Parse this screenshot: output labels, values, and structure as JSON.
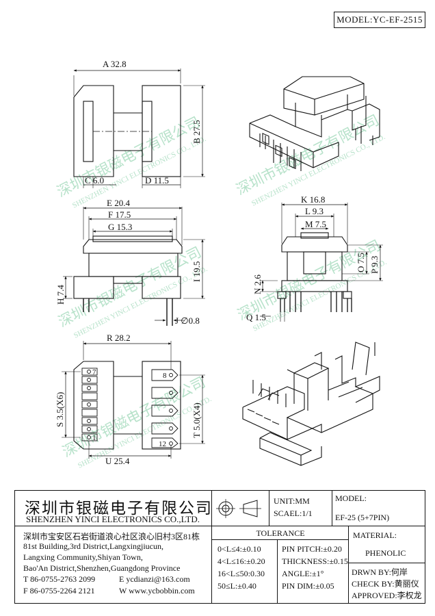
{
  "model_label": "MODEL:YC-EF-2515",
  "watermark": {
    "cn": "深圳市银磁电子有限公司",
    "en": "SHENZHEN YINCI ELECTRONICS CO., LTD."
  },
  "dimensions": {
    "A": "A 32.8",
    "B": "B 27.5",
    "C": "C 6.0",
    "D": "D 11.5",
    "E": "E 20.4",
    "F": "F 17.5",
    "G": "G 15.3",
    "H": "H 7.4",
    "I": "I 19.5",
    "J": "J ∅0.8",
    "K": "K 16.8",
    "L": "L 9.3",
    "M": "M 7.5",
    "N": "N 2.6",
    "O": "O 7.5",
    "P": "P 9.3",
    "Q": "Q 1.5",
    "R": "R 28.2",
    "S": "S 3.5(X6)",
    "T": "T 5.0(X4)",
    "U": "U 25.4"
  },
  "pin_labels": {
    "p7": "7",
    "p1": "1",
    "p8": "8",
    "p12": "12"
  },
  "title_block": {
    "company_cn": "深圳市银磁电子有限公司",
    "company_en": "SHENZHEN YINCI ELECTRONICS CO.,LTD.",
    "unit": "UNIT:MM",
    "scale": "SCAEL:1/1",
    "model_label": "MODEL:",
    "model_value": "EF-25 (5+7PIN)",
    "address_lines": [
      "深圳市宝安区石岩街道浪心社区浪心旧村3区81栋",
      "81st Building,3rd District,Langxingjiucun,",
      "Langxing Community,Shiyan Town,",
      "Bao'An District,Shenzhen,Guangdong Province"
    ],
    "tel": "T 86-0755-2763 2099",
    "email": "E ycdianzi@163.com",
    "fax": "F 86-0755-2264 2121",
    "web": "W www.ycbobbin.com",
    "tolerance_header": "TOLERANCE",
    "tolerances_left": [
      "0<L≤4:±0.10",
      "4<L≤16:±0.20",
      "16<L≤50:0.30",
      "50≤L:±0.40"
    ],
    "tolerances_right": [
      "PIN PITCH:±0.20",
      "THICKNESS:±0.15",
      "ANGLE:±1°",
      "PIN DIM:±0.05"
    ],
    "material_label": "MATERIAL:",
    "material_value": "PHENOLIC",
    "drawn_by": "DRWN BY:何岸",
    "check_by": "CHECK BY:黄丽仪",
    "approved": "APPROVED:李权龙"
  }
}
